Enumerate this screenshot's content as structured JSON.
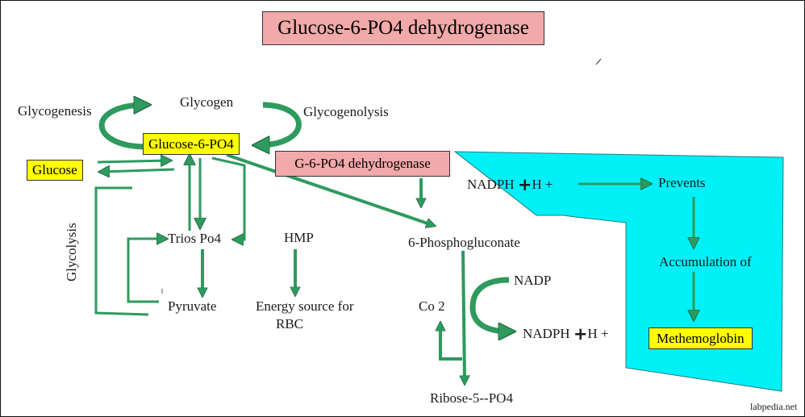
{
  "title": "Glucose-6-PO4 dehydrogenase",
  "nodes": {
    "glycogen": "Glycogen",
    "glycogenesis": "Glycogenesis",
    "glycogenolysis": "Glycogenolysis",
    "glucose_6_po4": "Glucose-6-PO4",
    "glucose": "Glucose",
    "g6pd_enzyme": "G-6-PO4  dehydrogenase",
    "glycolysis": "Glycolysis",
    "trios_po4": "Trios Po4",
    "pyruvate": "Pyruvate",
    "hmp": "HMP",
    "energy_line1": "Energy source for",
    "energy_line2": "RBC",
    "phosphogluconate": "6-Phosphogluconate",
    "nadp": "NADP",
    "nadph_text": "NADPH",
    "plus_symbol": "+",
    "h_plus": "H +",
    "co2": "Co 2",
    "ribose": "Ribose-5--PO4",
    "prevents": "Prevents",
    "accumulation_of": "Accumulation of",
    "methemoglobin": "Methemoglobin"
  },
  "credit": "labpedia.net",
  "colors": {
    "arrow_green": "#2e9a5e",
    "highlight_yellow": "#ffff00",
    "title_pink": "#f2a9a9",
    "panel_cyan": "#00f0f8"
  }
}
